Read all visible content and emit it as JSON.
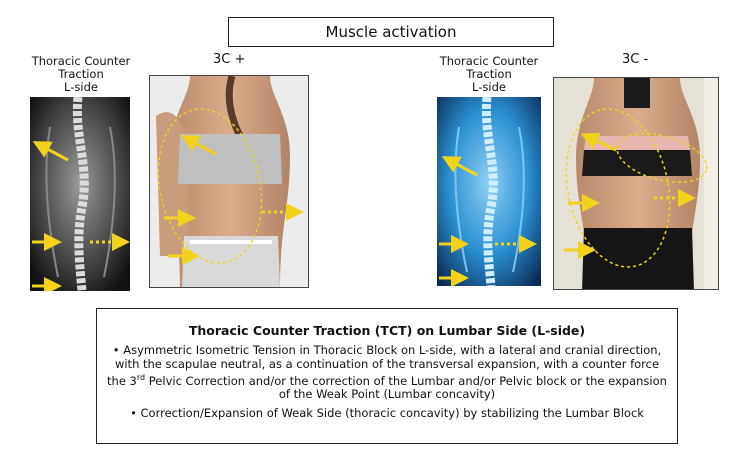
{
  "header": {
    "title": "Muscle activation"
  },
  "left_group": {
    "xray_caption": [
      "Thoracic Counter",
      "Traction",
      "L-side"
    ],
    "photo_label": "3C +"
  },
  "right_group": {
    "xray_caption": [
      "Thoracic Counter",
      "Traction",
      "L-side"
    ],
    "photo_label": "3C -"
  },
  "info": {
    "title": "Thoracic Counter Traction (TCT) on Lumbar Side (L-side)",
    "bullet1": {
      "before": "• Asymmetric Isometric Tension in Thoracic Block on L-side, with a lateral and cranial direction, with the scapulae neutral, as a continuation of the transversal expansion, with a counter force the 3",
      "sup": "rd",
      "after": " Pelvic Correction and/or the correction of the Lumbar and/or Pelvic block or the expansion of the Weak Point (Lumbar concavity)"
    },
    "bullet2": "• Correction/Expansion of Weak Side (thoracic concavity) by stabilizing the Lumbar Block"
  },
  "colors": {
    "arrow": "#f2d21b",
    "xray_right": "#2b8fd1"
  },
  "icons": [
    "yellow-arrow-icon",
    "dotted-yellow-arrow-icon",
    "dotted-ellipse-icon"
  ]
}
